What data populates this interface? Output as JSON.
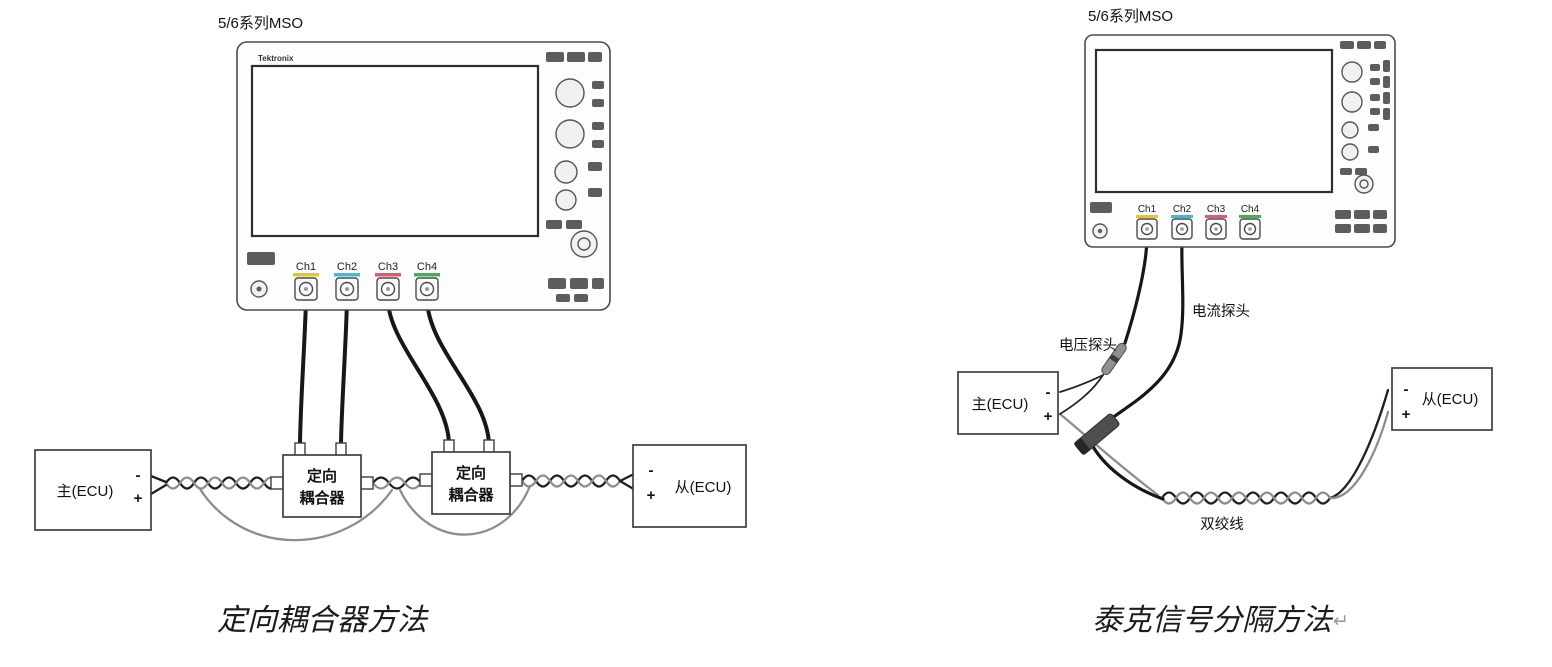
{
  "figure": {
    "left": {
      "title": "5/6系列MSO",
      "brand": "Tektronix",
      "ch": [
        "Ch1",
        "Ch2",
        "Ch3",
        "Ch4"
      ],
      "coupler1": {
        "line1": "定向",
        "line2": "耦合器"
      },
      "coupler2": {
        "line1": "定向",
        "line2": "耦合器"
      },
      "master": {
        "label": "主(ECU)",
        "minus": "-",
        "plus": "+"
      },
      "slave": {
        "label": "从(ECU)",
        "minus": "-",
        "plus": "+"
      },
      "caption": "定向耦合器方法"
    },
    "right": {
      "title": "5/6系列MSO",
      "ch": [
        "Ch1",
        "Ch2",
        "Ch3",
        "Ch4"
      ],
      "voltage_probe": "电压探头",
      "current_probe": "电流探头",
      "twisted_pair": "双绞线",
      "master": {
        "label": "主(ECU)",
        "minus": "-",
        "plus": "+"
      },
      "slave": {
        "label": "从(ECU)",
        "minus": "-",
        "plus": "+"
      },
      "caption": "泰克信号分隔方法",
      "para_mark": "↵"
    },
    "colors": {
      "ch1": "#e6c235",
      "ch2": "#4ab5d6",
      "ch3": "#e05a6d",
      "ch4": "#49ae52"
    }
  }
}
